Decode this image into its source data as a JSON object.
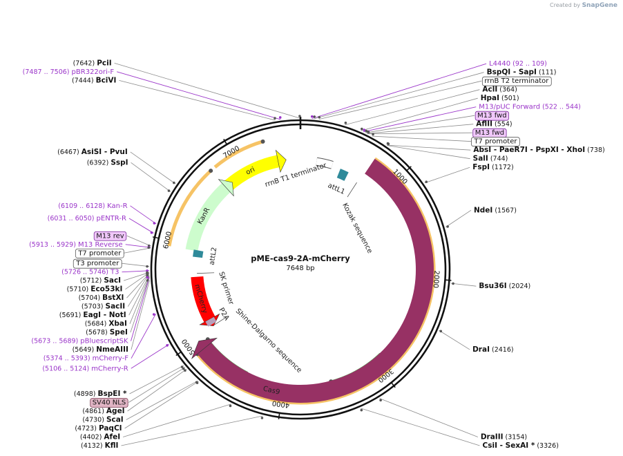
{
  "credit": {
    "prefix": "Created by",
    "brand": "SnapGene"
  },
  "plasmid": {
    "name": "pME-cas9-2A-mCherry",
    "length": "7648 bp",
    "length_bp": 7648
  },
  "ticks": [
    {
      "bp": 1000,
      "label": "1000"
    },
    {
      "bp": 2000,
      "label": "2000"
    },
    {
      "bp": 3000,
      "label": "3000"
    },
    {
      "bp": 4000,
      "label": "4000"
    },
    {
      "bp": 5000,
      "label": "5000"
    },
    {
      "bp": 6000,
      "label": "6000"
    },
    {
      "bp": 7000,
      "label": "7000"
    }
  ],
  "features": [
    {
      "name": "ori",
      "kind": "arrow",
      "color": "#ffff00",
      "text_color": "#222",
      "start": 6750,
      "end": 7400,
      "direction": 1
    },
    {
      "name": "KanR",
      "kind": "arrow",
      "color": "#cdfccd",
      "text_color": "#222",
      "start": 5950,
      "end": 6750,
      "direction": 1
    },
    {
      "name": "Cas9",
      "kind": "arrow",
      "color": "#973164",
      "text_color": "#ffffff",
      "start": 720,
      "end": 4900,
      "direction": 1
    },
    {
      "name": "mCherry",
      "kind": "arrow",
      "color": "#ff0000",
      "text_color": "#ffffff",
      "start": 5125,
      "end": 5650,
      "direction": -1
    },
    {
      "name": "P2A",
      "kind": "box",
      "color": "#b8a0bb",
      "text_color": "#222",
      "start": 5060,
      "end": 5125
    },
    {
      "name": "attL1",
      "kind": "box",
      "color": "#2f8a9a",
      "text_color": "#222",
      "start": 460,
      "end": 560
    },
    {
      "name": "attL2",
      "kind": "box",
      "color": "#2f8a9a",
      "text_color": "#222",
      "start": 5880,
      "end": 5960
    },
    {
      "name": "rrnB T1 terminator",
      "kind": "outline",
      "color": "#ffffff",
      "text_color": "#222",
      "start": 180,
      "end": 360
    },
    {
      "name": "Kozak sequence",
      "kind": "tick",
      "color": "#555",
      "text_color": "#222",
      "start": 700,
      "end": 710
    },
    {
      "name": "Shine-Dalgarno sequence",
      "kind": "tick",
      "color": "#555",
      "text_color": "#222",
      "start": 5040,
      "end": 5050
    },
    {
      "name": "SK primer",
      "kind": "tick",
      "color": "#555",
      "text_color": "#222",
      "start": 5690,
      "end": 5710
    }
  ],
  "arcs": [
    {
      "name": "orf-cas9",
      "color": "#f5b84a",
      "start": 720,
      "end": 4900
    },
    {
      "name": "orf-kanr",
      "color": "#f5b84a",
      "start": 5950,
      "end": 6750
    },
    {
      "name": "primer-arrow-1",
      "color": "#3aa13a",
      "start": 2900,
      "end": 3500
    },
    {
      "name": "primer-arrow-2",
      "color": "#3aa13a",
      "start": 4400,
      "end": 4950
    },
    {
      "name": "primer-arrow-3",
      "color": "#f5b84a",
      "start": 6800,
      "end": 7300
    }
  ],
  "sites": [
    {
      "id": "pcii",
      "bp": 7642,
      "pos": "(7642)",
      "name": "PciI",
      "tail": ""
    },
    {
      "id": "l4440",
      "bp": 92,
      "pos": "(92 .. 109)",
      "name": "L4440",
      "tail": "",
      "purple": true
    },
    {
      "id": "bspqi",
      "bp": 111,
      "pos": "(111)",
      "name": "BspQI",
      "tail": "- SapI"
    },
    {
      "id": "rrnbt2",
      "bp": 150,
      "pos": "",
      "name": "rrnB T2 terminator",
      "tail": "",
      "box": "outline"
    },
    {
      "id": "acli",
      "bp": 364,
      "pos": "(364)",
      "name": "AclI",
      "tail": ""
    },
    {
      "id": "hpai",
      "bp": 501,
      "pos": "(501)",
      "name": "HpaI",
      "tail": ""
    },
    {
      "id": "m13puc",
      "bp": 522,
      "pos": "(522 .. 544)",
      "name": "M13/pUC Forward",
      "tail": "",
      "purple": true
    },
    {
      "id": "m13fwd1",
      "bp": 540,
      "pos": "",
      "name": "M13 fwd",
      "tail": "",
      "box": "purple"
    },
    {
      "id": "aflii",
      "bp": 554,
      "pos": "(554)",
      "name": "AflII",
      "tail": ""
    },
    {
      "id": "m13fwd2",
      "bp": 560,
      "pos": "",
      "name": "M13 fwd",
      "tail": "",
      "box": "purple"
    },
    {
      "id": "t7prom1",
      "bp": 600,
      "pos": "",
      "name": "T7 promoter",
      "tail": "",
      "box": "outline"
    },
    {
      "id": "absi",
      "bp": 738,
      "pos": "(738)",
      "name": "AbsI",
      "tail": "- PaeR7I   - PspXI  - XhoI"
    },
    {
      "id": "sali",
      "bp": 744,
      "pos": "(744)",
      "name": "SalI",
      "tail": ""
    },
    {
      "id": "fspi",
      "bp": 1172,
      "pos": "(1172)",
      "name": "FspI",
      "tail": ""
    },
    {
      "id": "ndei",
      "bp": 1567,
      "pos": "(1567)",
      "name": "NdeI",
      "tail": ""
    },
    {
      "id": "bsu36i",
      "bp": 2024,
      "pos": "(2024)",
      "name": "Bsu36I",
      "tail": ""
    },
    {
      "id": "drai",
      "bp": 2416,
      "pos": "(2416)",
      "name": "DraI",
      "tail": ""
    },
    {
      "id": "draiii",
      "bp": 3154,
      "pos": "(3154)",
      "name": "DraIII",
      "tail": ""
    },
    {
      "id": "csii",
      "bp": 3326,
      "pos": "(3326)",
      "name": "CsiI",
      "tail": "- SexAI *"
    },
    {
      "id": "kfli",
      "bp": 4132,
      "pos": "(4132)",
      "name": "KflI",
      "tail": ""
    },
    {
      "id": "afei",
      "bp": 4402,
      "pos": "(4402)",
      "name": "AfeI",
      "tail": ""
    },
    {
      "id": "paqci",
      "bp": 4723,
      "pos": "(4723)",
      "name": "PaqCI",
      "tail": ""
    },
    {
      "id": "scai",
      "bp": 4730,
      "pos": "(4730)",
      "name": "ScaI",
      "tail": ""
    },
    {
      "id": "agei",
      "bp": 4861,
      "pos": "(4861)",
      "name": "AgeI",
      "tail": ""
    },
    {
      "id": "sv40",
      "bp": 4880,
      "pos": "",
      "name": "SV40 NLS",
      "tail": "",
      "box": "pink"
    },
    {
      "id": "bspei",
      "bp": 4898,
      "pos": "(4898)",
      "name": "BspEI *",
      "tail": ""
    },
    {
      "id": "mcherryr",
      "bp": 5106,
      "pos": "(5106 .. 5124)",
      "name": "mCherry-R",
      "tail": "",
      "purple": true
    },
    {
      "id": "mcherryf",
      "bp": 5374,
      "pos": "(5374 .. 5393)",
      "name": "mCherry-F",
      "tail": "",
      "purple": true
    },
    {
      "id": "nmeaiii",
      "bp": 5649,
      "pos": "(5649)",
      "name": "NmeAIII",
      "tail": ""
    },
    {
      "id": "spei",
      "bp": 5678,
      "pos": "(5678)",
      "name": "SpeI",
      "tail": ""
    },
    {
      "id": "xbai",
      "bp": 5684,
      "pos": "(5684)",
      "name": "XbaI",
      "tail": ""
    },
    {
      "id": "pbsk",
      "bp": 5673,
      "pos": "(5673 .. 5689)",
      "name": "pBluescriptSK",
      "tail": "",
      "purple": true
    },
    {
      "id": "eagi",
      "bp": 5691,
      "pos": "(5691)",
      "name": "EagI",
      "tail": "- NotI"
    },
    {
      "id": "sacii",
      "bp": 5703,
      "pos": "(5703)",
      "name": "SacII",
      "tail": ""
    },
    {
      "id": "bstxi",
      "bp": 5704,
      "pos": "(5704)",
      "name": "BstXI",
      "tail": ""
    },
    {
      "id": "eco53ki",
      "bp": 5710,
      "pos": "(5710)",
      "name": "Eco53kI",
      "tail": ""
    },
    {
      "id": "saci",
      "bp": 5712,
      "pos": "(5712)",
      "name": "SacI",
      "tail": ""
    },
    {
      "id": "t3",
      "bp": 5726,
      "pos": "(5726 .. 5746)",
      "name": "T3",
      "tail": "",
      "purple": true
    },
    {
      "id": "t7prom2",
      "bp": 5760,
      "pos": "",
      "name": "T3 promoter",
      "tail": "",
      "box": "outline"
    },
    {
      "id": "t7prom3",
      "bp": 5910,
      "pos": "",
      "name": "T7 promoter",
      "tail": "",
      "box": "outline"
    },
    {
      "id": "m13rev",
      "bp": 5925,
      "pos": "",
      "name": "M13 rev",
      "tail": "",
      "box": "purple"
    },
    {
      "id": "m13reverse",
      "bp": 5913,
      "pos": "(5913 .. 5929)",
      "name": "M13 Reverse",
      "tail": "",
      "purple": true
    },
    {
      "id": "pentrr",
      "bp": 6031,
      "pos": "(6031 .. 6050)",
      "name": "pENTR-R",
      "tail": "",
      "purple": true
    },
    {
      "id": "kanr-p",
      "bp": 6109,
      "pos": "(6109 .. 6128)",
      "name": "Kan-R",
      "tail": "",
      "purple": true
    },
    {
      "id": "sspi",
      "bp": 6392,
      "pos": "(6392)",
      "name": "SspI",
      "tail": ""
    },
    {
      "id": "asisi",
      "bp": 6467,
      "pos": "(6467)",
      "name": "AsiSI",
      "tail": "- PvuI"
    },
    {
      "id": "bcivi",
      "bp": 7444,
      "pos": "(7444)",
      "name": "BciVI",
      "tail": ""
    },
    {
      "id": "pbr322",
      "bp": 7487,
      "pos": "(7487 .. 7506)",
      "name": "pBR322ori-F",
      "tail": "",
      "purple": true
    }
  ]
}
